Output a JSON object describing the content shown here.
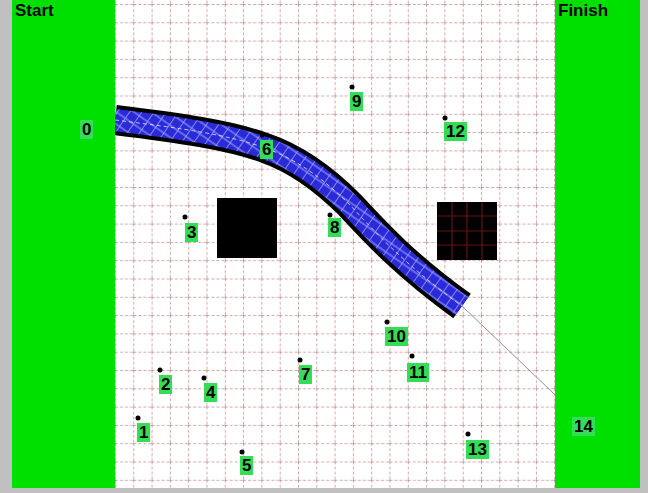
{
  "diagram": {
    "nodes": [
      {
        "text": [
          "Start"
        ]
      },
      {
        "text": [
          "Finish"
        ]
      }
    ],
    "labels": [
      "0",
      "1",
      "2",
      "3",
      "4",
      "5",
      "6",
      "7",
      "8",
      "9",
      "10",
      "11",
      "12",
      "13",
      "14"
    ]
  }
}
